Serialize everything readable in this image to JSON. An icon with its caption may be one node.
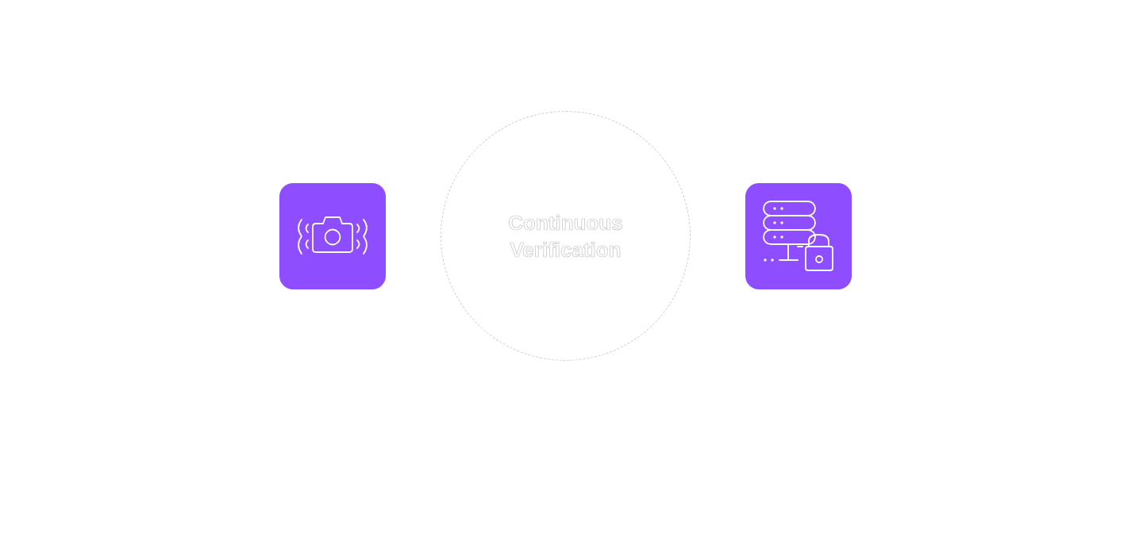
{
  "diagram": {
    "nodes": [
      {
        "text": [],
        "shape": "picture"
      },
      {
        "text": [
          "Continuous Verification"
        ]
      },
      {
        "text": [],
        "shape": "picture"
      }
    ]
  }
}
